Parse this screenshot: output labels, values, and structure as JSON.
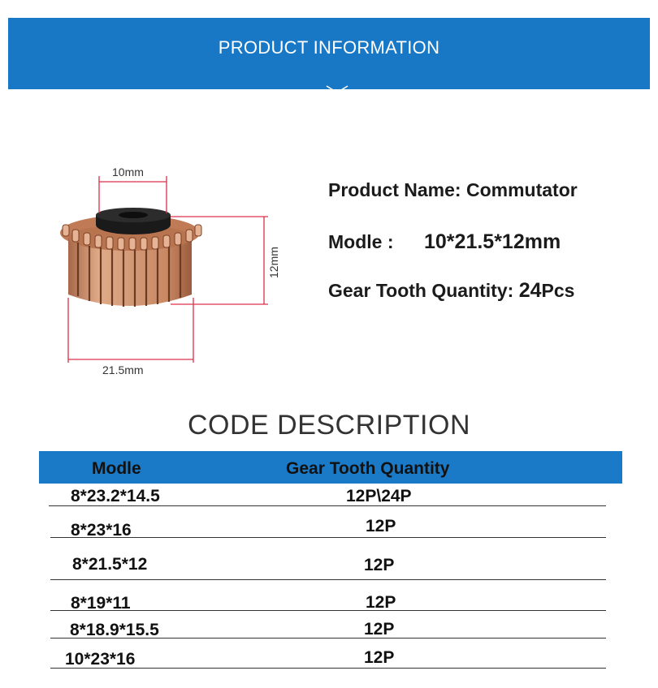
{
  "banner": {
    "title": "PRODUCT INFORMATION",
    "icon": "double-chevron-down-icon"
  },
  "figure": {
    "inner_diameter_label": "10mm",
    "height_label": "12mm",
    "outer_diameter_label": "21.5mm"
  },
  "specs": {
    "name": "Product Name: Commutator",
    "model_label": "Modle :",
    "model_value": "10*21.5*12mm",
    "teeth_label": "Gear Tooth Quantity:",
    "teeth_number": "24",
    "teeth_unit": "Pcs"
  },
  "code_description": {
    "title": "CODE DESCRIPTION",
    "columns": [
      "Modle",
      "Gear Tooth Quantity"
    ],
    "rows": [
      {
        "model": "8*23.2*14.5",
        "teeth": "12P\\24P"
      },
      {
        "model": "8*23*16",
        "teeth": "12P"
      },
      {
        "model": "8*21.5*12",
        "teeth": "12P"
      },
      {
        "model": "8*19*11",
        "teeth": "12P"
      },
      {
        "model": "8*18.9*15.5",
        "teeth": "12P"
      },
      {
        "model": "10*23*16",
        "teeth": "12P"
      }
    ]
  },
  "colors": {
    "banner_blue": "#1878c6",
    "header_blue": "#1a7ac8",
    "copper": "#c98a66",
    "dimension_line": "#d9304a"
  }
}
